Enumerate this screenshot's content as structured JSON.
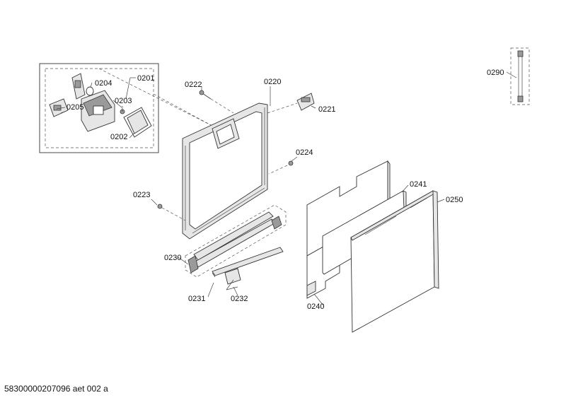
{
  "callouts": {
    "p0201": "0201",
    "p0202": "0202",
    "p0203": "0203",
    "p0204": "0204",
    "p0205": "0205",
    "p0220": "0220",
    "p0221": "0221",
    "p0222": "0222",
    "p0223": "0223",
    "p0224": "0224",
    "p0230": "0230",
    "p0231": "0231",
    "p0232": "0232",
    "p0240": "0240",
    "p0241": "0241",
    "p0250": "0250",
    "p0290": "0290"
  },
  "footer": {
    "code": "58300000207096 aet 002 a"
  }
}
